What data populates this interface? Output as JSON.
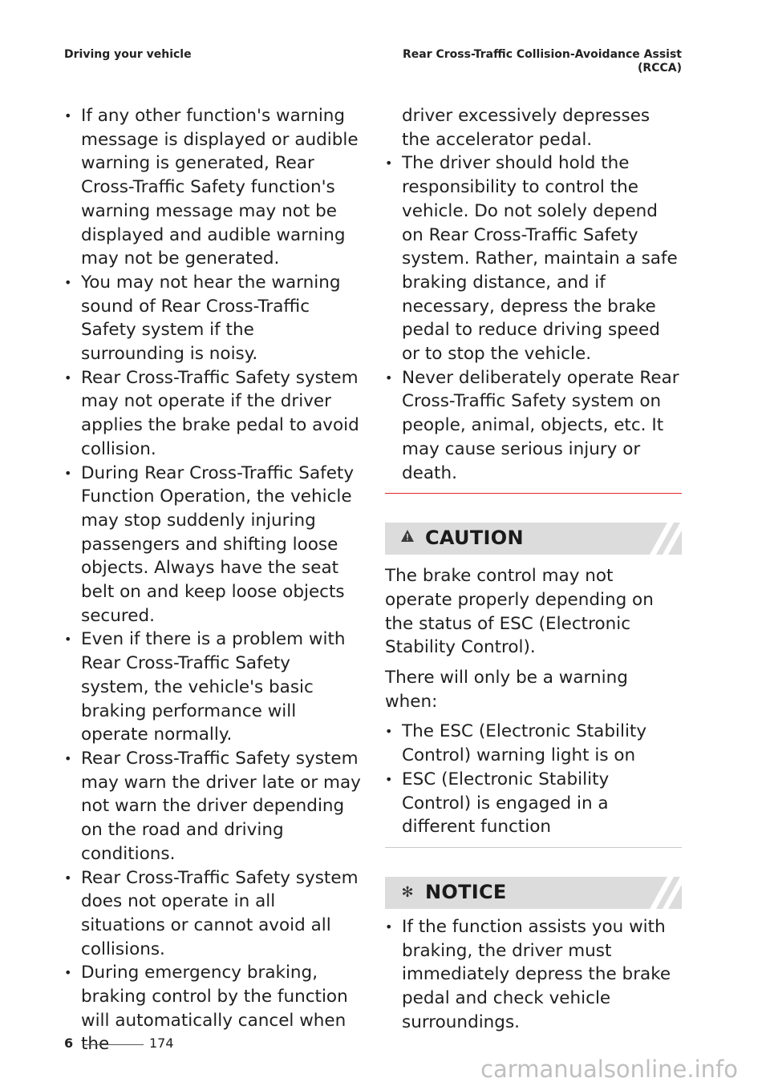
{
  "header": {
    "left": "Driving your vehicle",
    "right_line1": "Rear Cross-Traffic Collision-Avoidance Assist",
    "right_line2": "(RCCA)"
  },
  "left_column": {
    "bullets": [
      "If any other function's warning message is displayed or audible warning is generated, Rear Cross-Traffic Safety function's warning message may not be displayed and audible warning may not be generated.",
      "You may not hear the warning sound of Rear Cross-Traffic Safety system if the surrounding is noisy.",
      "Rear Cross-Traffic Safety system may not operate if the driver applies the brake pedal to avoid collision.",
      "During Rear Cross-Traffic Safety Function Operation, the vehicle may stop suddenly injuring passengers and shifting loose objects. Always have the seat belt on and keep loose objects secured.",
      "Even if there is a problem with Rear Cross-Traffic Safety system, the vehicle's basic braking performance will operate normally.",
      "Rear Cross-Traffic Safety system may warn the driver late or may not warn the driver depending on the road and driving conditions.",
      "Rear Cross-Traffic Safety system does not operate in all situations or cannot avoid all collisions.",
      "During emergency braking, braking control by the function will automatically cancel when the"
    ]
  },
  "right_column": {
    "continuation": "driver excessively depresses the accelerator pedal.",
    "bullets": [
      "The driver should hold the responsibility to control the vehicle. Do not solely depend on Rear Cross-Traffic Safety system. Rather, maintain a safe braking distance, and if necessary, depress the brake pedal to reduce driving speed or to stop the vehicle.",
      "Never deliberately operate Rear Cross-Traffic Safety system on people, animal, objects, etc. It may cause serious injury or death."
    ],
    "caution": {
      "icon": "warning-triangle-icon",
      "title": "CAUTION",
      "paragraph1": "The brake control may not operate properly depending on the status of ESC (Electronic Stability Control).",
      "paragraph2": "There will only be a warning when:",
      "bullets": [
        "The ESC (Electronic Stability Control) warning light is on",
        "ESC (Electronic Stability Control) is engaged in a different function"
      ]
    },
    "notice": {
      "icon": "asterisk-icon",
      "title": "NOTICE",
      "bullets": [
        "If the function assists you with braking, the driver must immediately depress the brake pedal and check vehicle surroundings."
      ]
    }
  },
  "footer": {
    "chapter": "6",
    "page": "174"
  },
  "watermark": "carmanualsonline.info",
  "colors": {
    "separator_red": "#e0242a",
    "banner_grey": "#dcdcdc"
  }
}
